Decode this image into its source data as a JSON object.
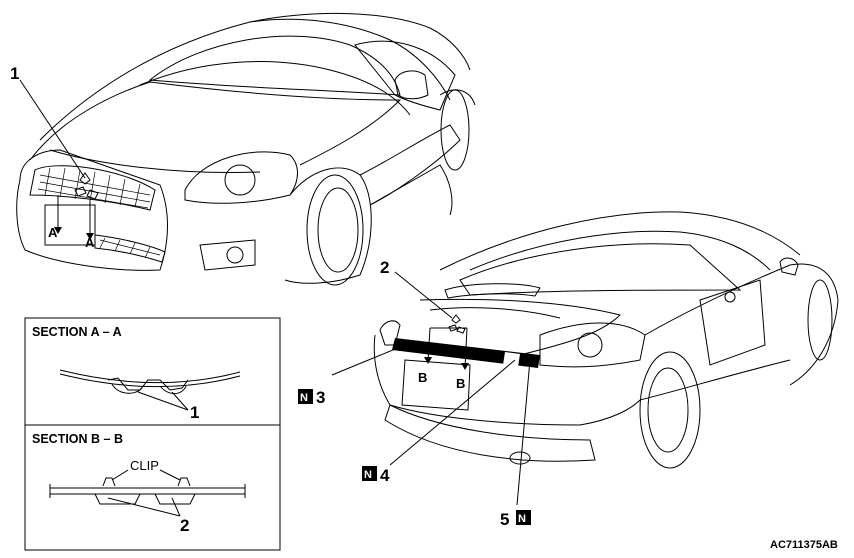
{
  "callouts": {
    "front_1": "1",
    "rear_2": "2",
    "rear_3": "3",
    "rear_4": "4",
    "rear_5": "5",
    "section_aa_1": "1",
    "section_bb_2": "2"
  },
  "letters": {
    "a_left": "A",
    "a_right": "A",
    "b_left": "B",
    "b_right": "B"
  },
  "badge_letter": "N",
  "sections": {
    "aa_title": "SECTION A – A",
    "bb_title": "SECTION B – B",
    "clip_label": "CLIP"
  },
  "figure_code": "AC711375AB"
}
